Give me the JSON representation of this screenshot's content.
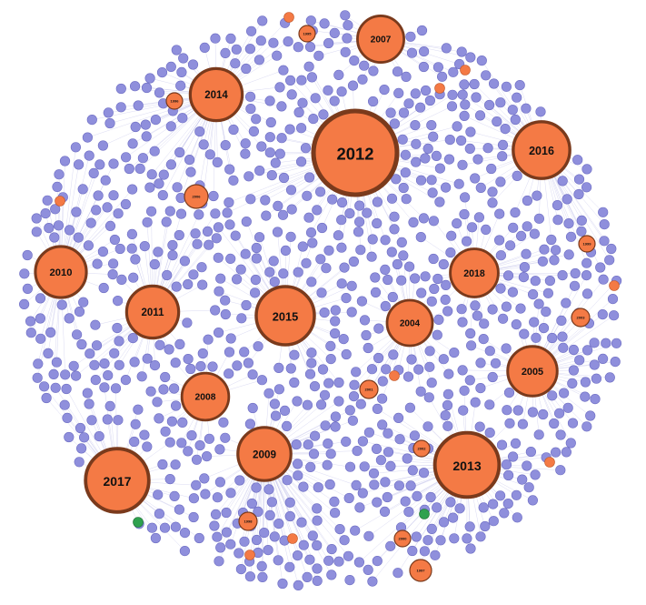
{
  "colors": {
    "background": "#ffffff",
    "paper_node": "#8f8fdc",
    "paper_node_stroke": "#6e6ec4",
    "year_node": "#f47a45",
    "year_node_stroke": "#7a3a1c",
    "small_year_node": "#f47a45",
    "green_node": "#2fa14f",
    "edge": "#b9b9e6"
  },
  "hub_nodes": [
    {
      "label": "2012",
      "weight": 1.0
    },
    {
      "label": "2017",
      "weight": 0.6
    },
    {
      "label": "2013",
      "weight": 0.62
    },
    {
      "label": "2015",
      "weight": 0.5
    },
    {
      "label": "2016",
      "weight": 0.47
    },
    {
      "label": "2014",
      "weight": 0.38
    },
    {
      "label": "2010",
      "weight": 0.36
    },
    {
      "label": "2011",
      "weight": 0.38
    },
    {
      "label": "2009",
      "weight": 0.4
    },
    {
      "label": "2005",
      "weight": 0.33
    },
    {
      "label": "2018",
      "weight": 0.3
    },
    {
      "label": "2007",
      "weight": 0.27
    },
    {
      "label": "2008",
      "weight": 0.28
    },
    {
      "label": "2004",
      "weight": 0.25
    }
  ],
  "minor_year_nodes": [
    {
      "label": "2006"
    },
    {
      "label": "2003"
    },
    {
      "label": "2001"
    },
    {
      "label": "1998"
    },
    {
      "label": "2002"
    },
    {
      "label": "1999"
    },
    {
      "label": "2000"
    },
    {
      "label": "1997"
    },
    {
      "label": "1996"
    },
    {
      "label": "1995"
    }
  ],
  "paper_node_count": 900,
  "green_node_count": 2
}
